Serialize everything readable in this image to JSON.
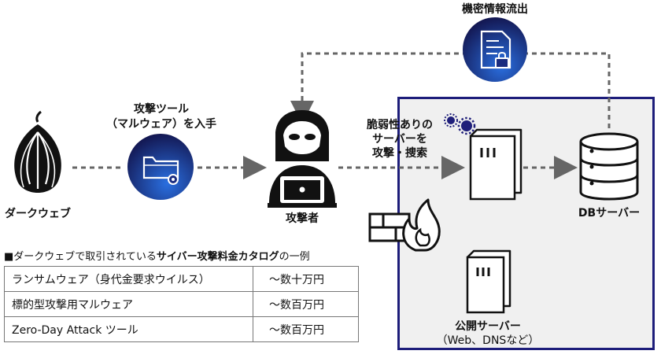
{
  "labels": {
    "darkweb": "ダークウェブ",
    "tool_line1": "攻撃ツール",
    "tool_line2": "（マルウェア）を入手",
    "attacker": "攻撃者",
    "leak": "機密情報流出",
    "vuln_line1": "脆弱性ありの",
    "vuln_line2": "サーバーを",
    "vuln_line3": "攻撃・捜索",
    "db": "DBサーバー",
    "public_line1": "公開サーバー",
    "public_line2": "（Web、DNSなど）"
  },
  "catalog": {
    "title_prefix": "■ダークウェブで取引されている",
    "title_bold": "サイバー攻撃料金カタログ",
    "title_suffix": "の一例",
    "rows": [
      {
        "item": "ランサムウェア（身代金要求ウイルス）",
        "price": "～数十万円"
      },
      {
        "item": "標的型攻撃用マルウェア",
        "price": "～数百万円"
      },
      {
        "item": "Zero-Day Attack ツール",
        "price": "～数百万円"
      }
    ]
  },
  "icons": [
    "onion-icon",
    "folder-gear-icon",
    "hacker-icon",
    "document-lock-icon",
    "server-icon",
    "database-icon",
    "firewall-icon",
    "fire-icon",
    "virus-icon"
  ],
  "colors": {
    "accent": "#1d1d7a",
    "arrow": "#666666",
    "circle_dark": "#12124a",
    "circle_light": "#2a6fe0"
  }
}
